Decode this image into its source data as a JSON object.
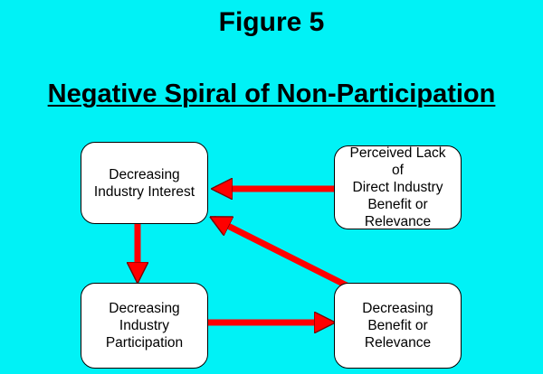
{
  "figure_label": "Figure 5",
  "title": "Negative Spiral of Non-Participation",
  "colors": {
    "background": "#00f2f6",
    "box_fill": "#ffffff",
    "arrow": "#ff0000"
  },
  "nodes": {
    "industry_interest": "Decreasing\nIndustry Interest",
    "perceived_lack": "Perceived Lack of\nDirect Industry\nBenefit or\nRelevance",
    "industry_participation": "Decreasing\nIndustry\nParticipation",
    "benefit_relevance": "Decreasing\nBenefit or\nRelevance"
  },
  "edges": [
    {
      "from": "perceived_lack",
      "to": "industry_interest"
    },
    {
      "from": "industry_interest",
      "to": "industry_participation"
    },
    {
      "from": "industry_participation",
      "to": "benefit_relevance"
    },
    {
      "from": "benefit_relevance",
      "to": "industry_interest"
    }
  ]
}
